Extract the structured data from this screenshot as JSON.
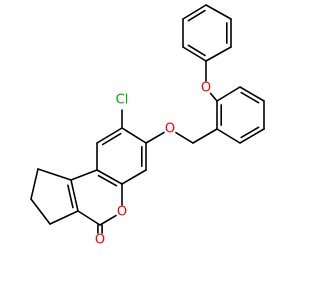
{
  "structure": {
    "atoms": [
      {
        "id": "c1",
        "element": "C"
      },
      {
        "id": "c2",
        "element": "C"
      },
      {
        "id": "c3",
        "element": "C"
      },
      {
        "id": "c3a",
        "element": "C"
      },
      {
        "id": "c4",
        "element": "C"
      },
      {
        "id": "o4",
        "element": "O",
        "label": "O",
        "color": "#ff0000"
      },
      {
        "id": "o5",
        "element": "O",
        "label": "O",
        "color": "#ff0000"
      },
      {
        "id": "c5a",
        "element": "C"
      },
      {
        "id": "c6",
        "element": "C"
      },
      {
        "id": "c7",
        "element": "C"
      },
      {
        "id": "c8",
        "element": "C"
      },
      {
        "id": "c9",
        "element": "C"
      },
      {
        "id": "c9a",
        "element": "C"
      },
      {
        "id": "c9b",
        "element": "C"
      },
      {
        "id": "cl",
        "element": "Cl",
        "label": "Cl",
        "color": "#00aa00"
      },
      {
        "id": "oe",
        "element": "O",
        "label": "O",
        "color": "#ff0000"
      },
      {
        "id": "ch2",
        "element": "C"
      },
      {
        "id": "b1",
        "element": "C"
      },
      {
        "id": "b2",
        "element": "C"
      },
      {
        "id": "b3",
        "element": "C"
      },
      {
        "id": "b4",
        "element": "C"
      },
      {
        "id": "b5",
        "element": "C"
      },
      {
        "id": "b6",
        "element": "C"
      },
      {
        "id": "op",
        "element": "O",
        "label": "O",
        "color": "#ff0000"
      },
      {
        "id": "p1",
        "element": "C"
      },
      {
        "id": "p2",
        "element": "C"
      },
      {
        "id": "p3",
        "element": "C"
      },
      {
        "id": "p4",
        "element": "C"
      },
      {
        "id": "p5",
        "element": "C"
      },
      {
        "id": "p6",
        "element": "C"
      }
    ],
    "bonds": [
      {
        "from": "c1",
        "to": "c2",
        "order": 1
      },
      {
        "from": "c2",
        "to": "c3",
        "order": 1
      },
      {
        "from": "c3",
        "to": "c3a",
        "order": 1
      },
      {
        "from": "c3a",
        "to": "c9b",
        "order": 2
      },
      {
        "from": "c9b",
        "to": "c1",
        "order": 1
      },
      {
        "from": "c3a",
        "to": "c4",
        "order": 1
      },
      {
        "from": "c4",
        "to": "o4",
        "order": 2
      },
      {
        "from": "c4",
        "to": "o5",
        "order": 1
      },
      {
        "from": "o5",
        "to": "c5a",
        "order": 1
      },
      {
        "from": "c5a",
        "to": "c9a",
        "order": 2
      },
      {
        "from": "c9a",
        "to": "c9b",
        "order": 1
      },
      {
        "from": "c5a",
        "to": "c6",
        "order": 1
      },
      {
        "from": "c6",
        "to": "c7",
        "order": 2
      },
      {
        "from": "c7",
        "to": "c8",
        "order": 1
      },
      {
        "from": "c8",
        "to": "c9",
        "order": 2
      },
      {
        "from": "c9",
        "to": "c9a",
        "order": 1
      },
      {
        "from": "c8",
        "to": "cl",
        "order": 1
      },
      {
        "from": "c7",
        "to": "oe",
        "order": 1
      },
      {
        "from": "oe",
        "to": "ch2",
        "order": 1
      },
      {
        "from": "ch2",
        "to": "b1",
        "order": 1
      },
      {
        "from": "b1",
        "to": "b2",
        "order": 2
      },
      {
        "from": "b2",
        "to": "b3",
        "order": 1
      },
      {
        "from": "b3",
        "to": "b4",
        "order": 2
      },
      {
        "from": "b4",
        "to": "b5",
        "order": 1
      },
      {
        "from": "b5",
        "to": "b6",
        "order": 2
      },
      {
        "from": "b6",
        "to": "b1",
        "order": 1
      },
      {
        "from": "b2",
        "to": "op",
        "order": 1
      },
      {
        "from": "op",
        "to": "p1",
        "order": 1
      },
      {
        "from": "p1",
        "to": "p2",
        "order": 2
      },
      {
        "from": "p2",
        "to": "p3",
        "order": 1
      },
      {
        "from": "p3",
        "to": "p4",
        "order": 2
      },
      {
        "from": "p4",
        "to": "p5",
        "order": 1
      },
      {
        "from": "p5",
        "to": "p6",
        "order": 2
      },
      {
        "from": "p6",
        "to": "p1",
        "order": 1
      }
    ]
  }
}
